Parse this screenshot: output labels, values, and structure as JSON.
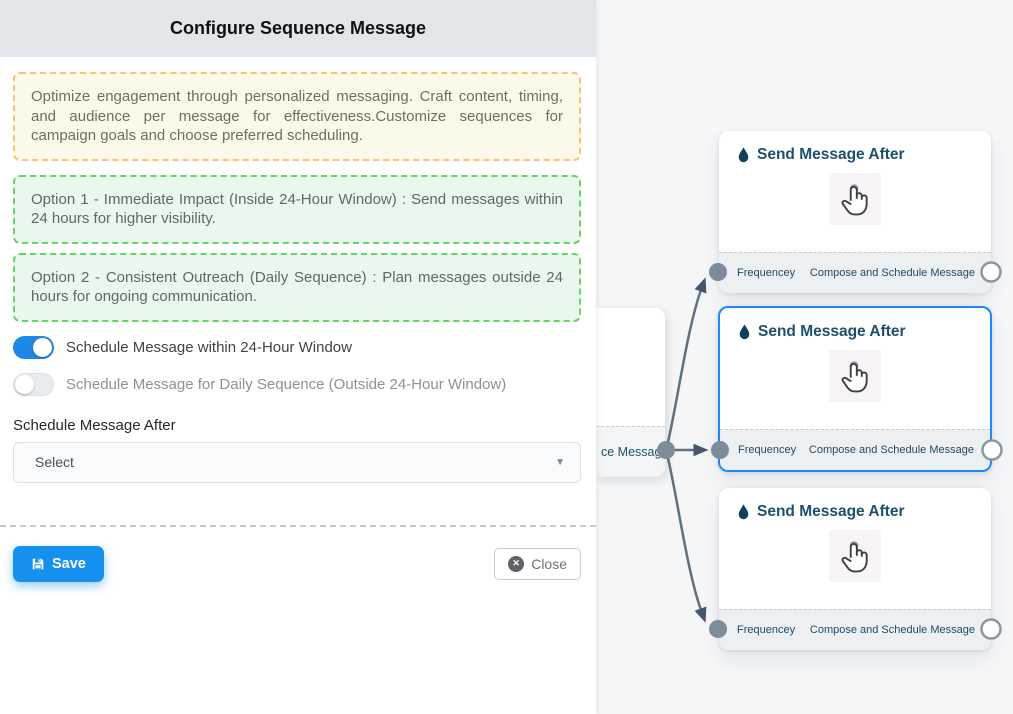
{
  "colors": {
    "header_bg": "#e2e6ea",
    "flow_bg": "#f4f6f8",
    "accent_blue": "#1590ee",
    "toggle_on_blue": "#1e88e5",
    "selected_node_border": "#1e88ff",
    "warning_border": "#f5c571",
    "warning_bg": "#fdf9ea",
    "success_border": "#63d663",
    "success_bg": "#e9f8ec",
    "node_title_color": "#1d4f6e",
    "edge_color": "#5f7181"
  },
  "panel": {
    "title": "Configure Sequence Message",
    "intro": "Optimize engagement through personalized messaging. Craft content, timing, and audience per message for effectiveness.Customize sequences for campaign goals and choose preferred scheduling.",
    "option1": "Option 1 - Immediate Impact (Inside 24-Hour Window) : Send messages within 24 hours for higher visibility.",
    "option2": "Option 2 - Consistent Outreach (Daily Sequence) : Plan messages outside 24 hours for ongoing communication.",
    "toggles": [
      {
        "label": "Schedule Message within 24-Hour Window",
        "state": "on"
      },
      {
        "label": "Schedule Message for Daily Sequence (Outside 24-Hour Window)",
        "state": "off"
      }
    ],
    "schedule_after": {
      "label": "Schedule Message After",
      "placeholder": "Select"
    },
    "buttons": {
      "save": "Save",
      "close": "Close"
    }
  },
  "flow": {
    "parent_node": {
      "footer_fragment": "ce Message"
    },
    "nodes": [
      {
        "title": "Send Message After",
        "left_handle_label": "Frequencey",
        "right_handle_label": "Compose and Schedule Message",
        "selected": false
      },
      {
        "title": "Send Message After",
        "left_handle_label": "Frequencey",
        "right_handle_label": "Compose and Schedule Message",
        "selected": true
      },
      {
        "title": "Send Message After",
        "left_handle_label": "Frequencey",
        "right_handle_label": "Compose and Schedule Message",
        "selected": false
      }
    ]
  }
}
